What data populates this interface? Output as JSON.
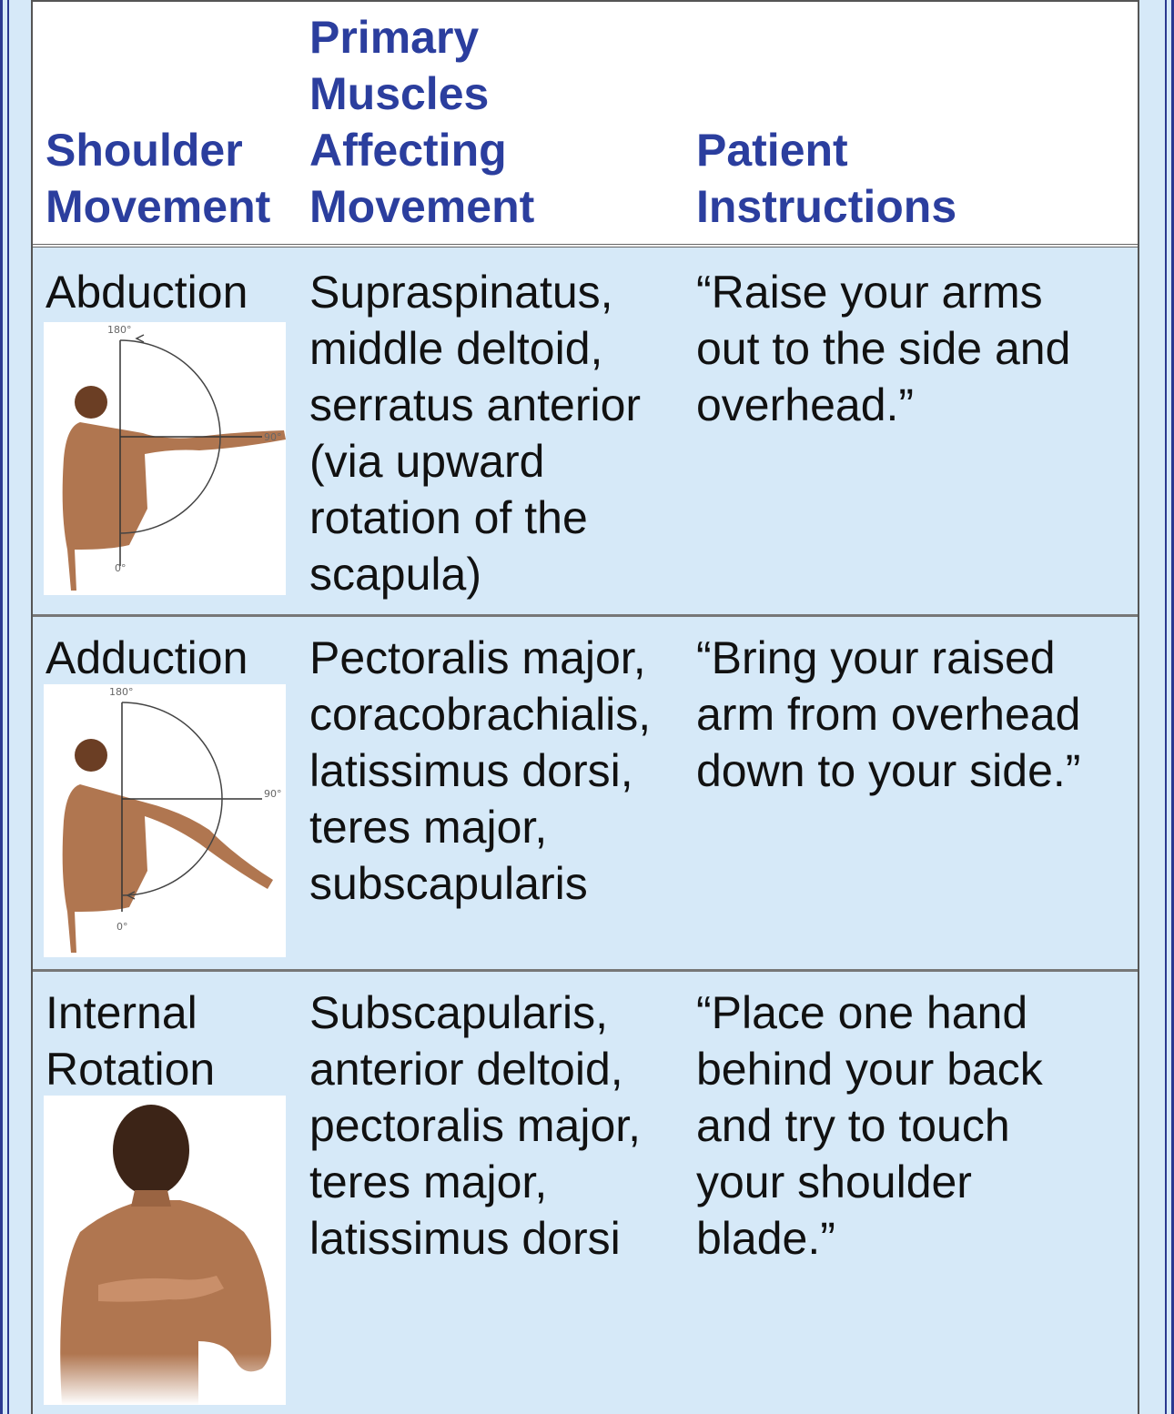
{
  "header": {
    "col1": [
      "Shoulder",
      "Movement"
    ],
    "col2": [
      "Primary",
      "Muscles",
      "Affecting",
      "Movement"
    ],
    "col3": [
      "Patient",
      "Instructions"
    ]
  },
  "rows": [
    {
      "movement": [
        "Abduction"
      ],
      "muscles": [
        "Supraspinatus,",
        "middle deltoid,",
        "serratus anterior",
        "(via upward",
        "rotation of the",
        "scapula)"
      ],
      "instructions": [
        "“Raise your arms",
        "out to the side and",
        "overhead.”"
      ],
      "figure": {
        "ticks": [
          "180°",
          "90°",
          "0°"
        ]
      }
    },
    {
      "movement": [
        "Adduction"
      ],
      "muscles": [
        "Pectoralis major,",
        "coracobrachialis,",
        "latissimus dorsi,",
        "teres major,",
        "subscapularis"
      ],
      "instructions": [
        "“Bring your raised",
        "arm from overhead",
        "down to your side.”"
      ],
      "figure": {
        "ticks": [
          "180°",
          "90°",
          "0°"
        ]
      }
    },
    {
      "movement": [
        "Internal",
        "Rotation"
      ],
      "muscles": [
        "Subscapularis,",
        "anterior deltoid,",
        "pectoralis major,",
        "teres major,",
        "latissimus dorsi"
      ],
      "instructions": [
        "“Place one hand",
        "behind your back",
        "and try to touch",
        "your shoulder",
        "blade.”"
      ]
    }
  ],
  "colors": {
    "header_text": "#2b3e9e",
    "row_bg": "#d6e9f8",
    "frame": "#2b3990"
  }
}
